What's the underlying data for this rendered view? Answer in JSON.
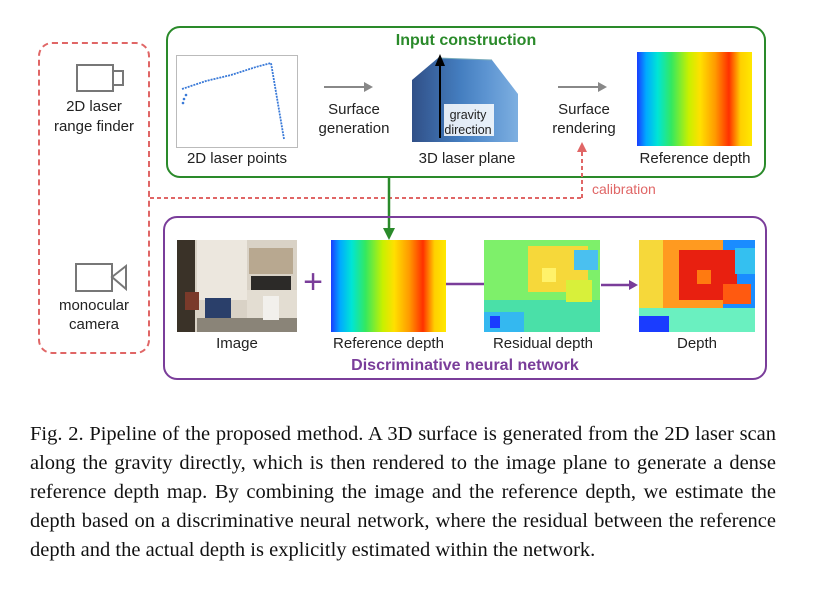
{
  "devices": {
    "laser_label_1": "2D laser",
    "laser_label_2": "range finder",
    "camera_label_1": "monocular",
    "camera_label_2": "camera"
  },
  "input_construction": {
    "title": "Input construction",
    "laser_points_label": "2D laser points",
    "surface_generation_1": "Surface",
    "surface_generation_2": "generation",
    "laser_plane_label": "3D laser plane",
    "gravity_1": "gravity",
    "gravity_2": "direction",
    "surface_rendering_1": "Surface",
    "surface_rendering_2": "rendering",
    "reference_depth_label": "Reference depth"
  },
  "calibration_label": "calibration",
  "network": {
    "title": "Discriminative neural network",
    "image_label": "Image",
    "plus": "+",
    "reference_depth_label": "Reference depth",
    "residual_depth_label": "Residual depth",
    "depth_label": "Depth"
  },
  "caption": "Fig. 2.   Pipeline of the proposed method. A 3D surface is generated from the 2D laser scan along the gravity directly, which is then rendered to the image plane to generate a dense reference depth map. By combining the image and the reference depth, we estimate the depth based on a discriminative neural network, where the residual between the reference depth and the actual depth is explicitly estimated within the network."
}
